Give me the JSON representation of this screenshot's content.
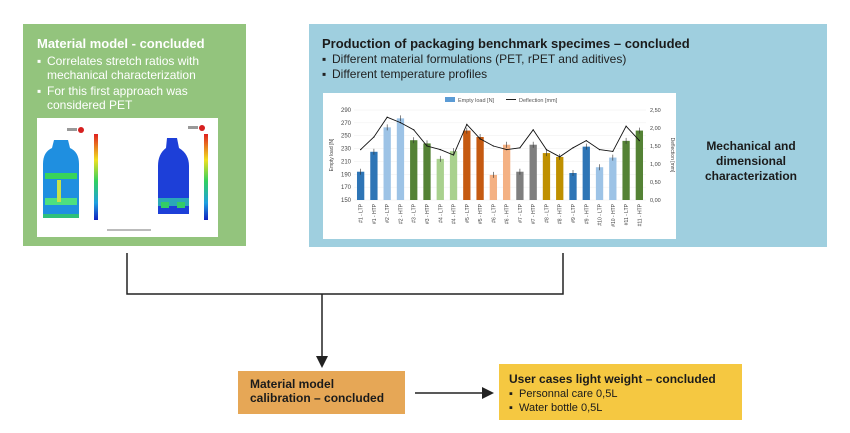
{
  "material_model": {
    "title": "Material model - concluded",
    "bullets": [
      "Correlates stretch ratios with mechanical characterization",
      "For this first approach was considered PET"
    ]
  },
  "production": {
    "title": "Production of packaging benchmark specimes – concluded",
    "bullets": [
      "Different material formulations (PET, rPET and aditives)",
      "Different temperature profiles"
    ]
  },
  "mechanical_label": "Mechanical and dimensional characterization",
  "calibration": {
    "title": "Material model calibration – concluded"
  },
  "use_cases": {
    "title": "User cases light weight – concluded",
    "bullets": [
      "Personnal care 0,5L",
      "Water bottle 0,5L"
    ]
  },
  "colors": {
    "green": "#93c47d",
    "blue": "#9fcfdf",
    "orange": "#e6a756",
    "yellow": "#f5c841",
    "connector": "#222222"
  },
  "chart_data": {
    "type": "bar",
    "legend": [
      "Empty load [N]",
      "Deflection [mm]"
    ],
    "legend_position": "top",
    "ylabel": "Empty load [N]",
    "y2label": "Deflection [mm]",
    "ylim": [
      150,
      290
    ],
    "y_ticks": [
      "150",
      "170",
      "190",
      "210",
      "230",
      "250",
      "270",
      "290"
    ],
    "y2lim": [
      0,
      2.5
    ],
    "y2_ticks": [
      "0,00",
      "0,50",
      "1,00",
      "1,50",
      "2,00",
      "2,50"
    ],
    "categories": [
      "#1 - LTP",
      "#1 - HTP",
      "#2 - LTP",
      "#2 - HTP",
      "#3 - LTP",
      "#3 - HTP",
      "#4 - LTP",
      "#4 - HTP",
      "#5 - LTP",
      "#5 - HTP",
      "#6 - LTP",
      "#6 - HTP",
      "#7 - LTP",
      "#7 - HTP",
      "#8 - LTP",
      "#8 - HTP",
      "#9 - LTP",
      "#9 - HTP",
      "#10 - LTP",
      "#10 - HTP",
      "#11 - LTP",
      "#11 - HTP"
    ],
    "series": [
      {
        "name": "Empty load [N]",
        "values": [
          194,
          225,
          263,
          277,
          243,
          238,
          214,
          226,
          258,
          248,
          189,
          236,
          194,
          236,
          223,
          217,
          192,
          233,
          201,
          216,
          242,
          258
        ]
      },
      {
        "name": "Deflection [mm]",
        "values": [
          1.4,
          1.75,
          2.3,
          2.15,
          1.95,
          1.5,
          1.4,
          1.25,
          2.1,
          1.7,
          1.5,
          1.4,
          1.45,
          1.95,
          1.4,
          1.2,
          1.45,
          1.65,
          1.4,
          1.35,
          2.05,
          1.65
        ]
      }
    ],
    "bar_colors": [
      "#2e75b6",
      "#2e75b6",
      "#9dc3e6",
      "#9dc3e6",
      "#548235",
      "#548235",
      "#a9d18e",
      "#a9d18e",
      "#c55a11",
      "#c55a11",
      "#f4b183",
      "#f4b183",
      "#7f7f7f",
      "#7f7f7f",
      "#bf9000",
      "#bf9000",
      "#2e75b6",
      "#2e75b6",
      "#9dc3e6",
      "#9dc3e6",
      "#548235",
      "#548235"
    ]
  }
}
